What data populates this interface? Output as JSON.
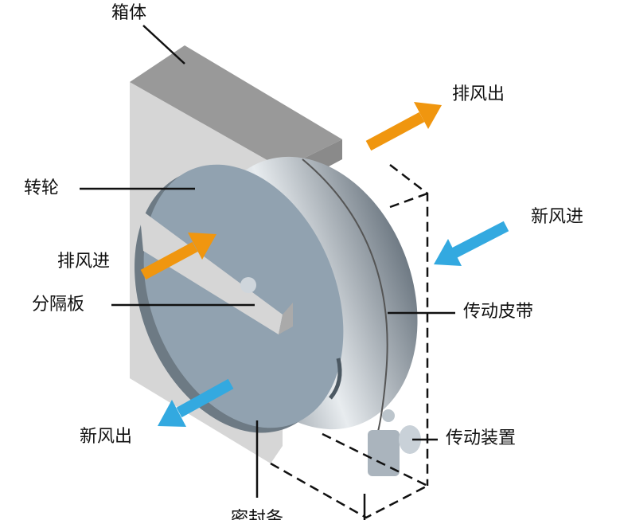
{
  "labels": {
    "box": "箱体",
    "exhaust_out": "排风出",
    "fresh_in": "新风进",
    "wheel": "转轮",
    "exhaust_in": "排风进",
    "divider": "分隔板",
    "belt": "传动皮带",
    "fresh_out": "新风出",
    "drive": "传动装置",
    "seal": "密封条"
  },
  "colors": {
    "exhaust_arrow": "#f0960f",
    "fresh_arrow": "#33a9e0",
    "wheel_face": "#91a2b0",
    "box_top": "#999999",
    "box_side": "#d6d6d6"
  }
}
